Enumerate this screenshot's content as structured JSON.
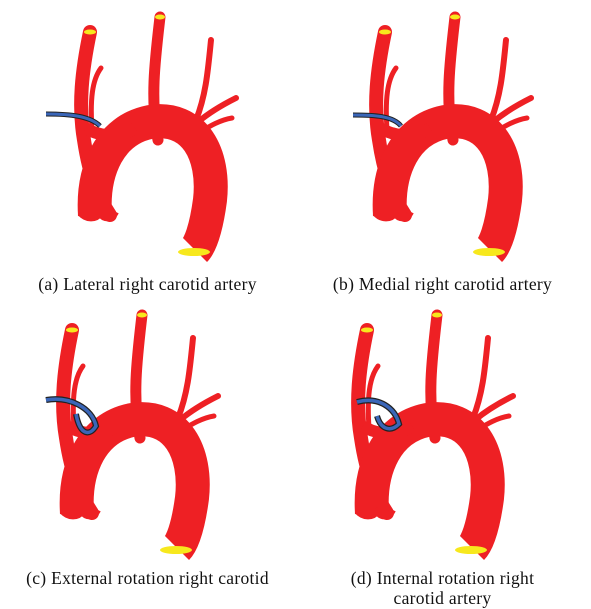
{
  "colors": {
    "artery": "#ee2024",
    "vessel_end": "#f7e81d",
    "catheter_blue": "#3a66b8",
    "catheter_outline": "#222222"
  },
  "panels": [
    {
      "caption": "(a) Lateral right carotid artery",
      "variant": "lateral"
    },
    {
      "caption": "(b) Medial right carotid artery",
      "variant": "medial"
    },
    {
      "caption": "(c) External rotation right carotid",
      "variant": "external"
    },
    {
      "caption_line1": "(d) Internal rotation right",
      "caption_line2": "carotid artery",
      "variant": "internal"
    }
  ]
}
